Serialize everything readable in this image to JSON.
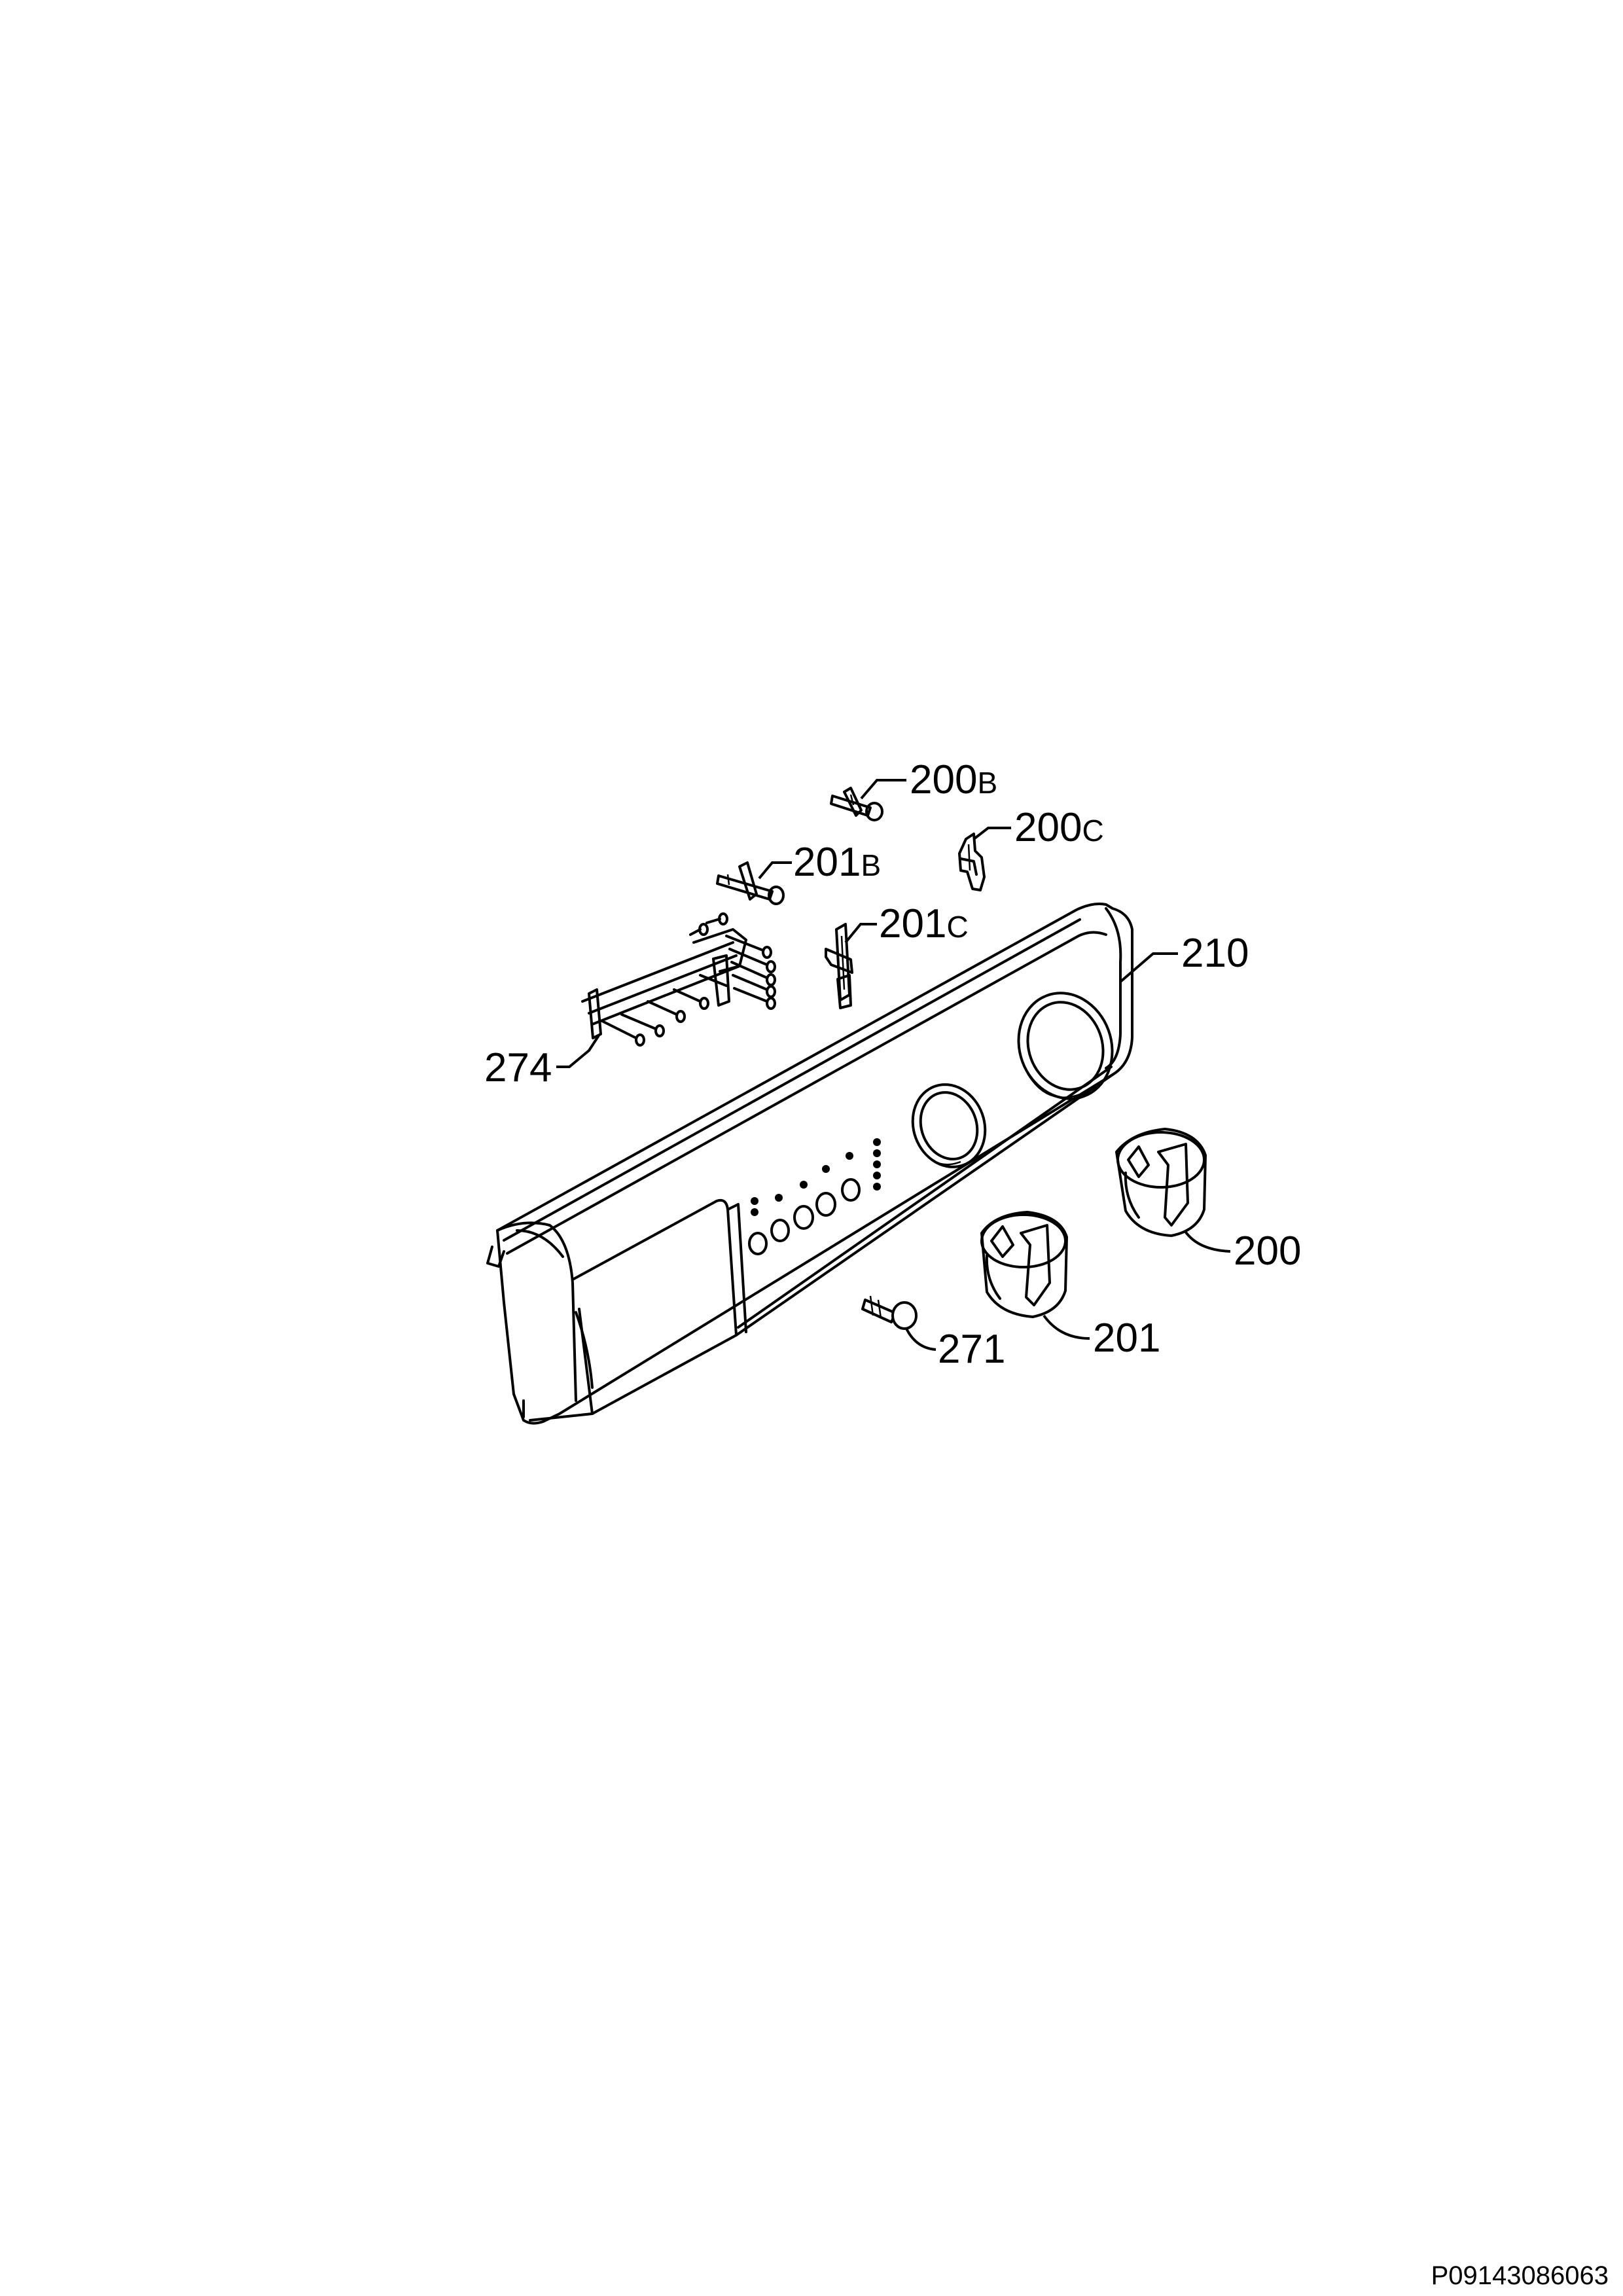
{
  "callouts": [
    {
      "id": "200b",
      "number": "200",
      "suffix": "B"
    },
    {
      "id": "200c",
      "number": "200",
      "suffix": "C"
    },
    {
      "id": "201b",
      "number": "201",
      "suffix": "B"
    },
    {
      "id": "201c",
      "number": "201",
      "suffix": "C"
    },
    {
      "id": "210",
      "number": "210",
      "suffix": ""
    },
    {
      "id": "274",
      "number": "274",
      "suffix": ""
    },
    {
      "id": "200",
      "number": "200",
      "suffix": ""
    },
    {
      "id": "201",
      "number": "201",
      "suffix": ""
    },
    {
      "id": "271",
      "number": "271",
      "suffix": ""
    }
  ],
  "document_number": "P09143086063"
}
